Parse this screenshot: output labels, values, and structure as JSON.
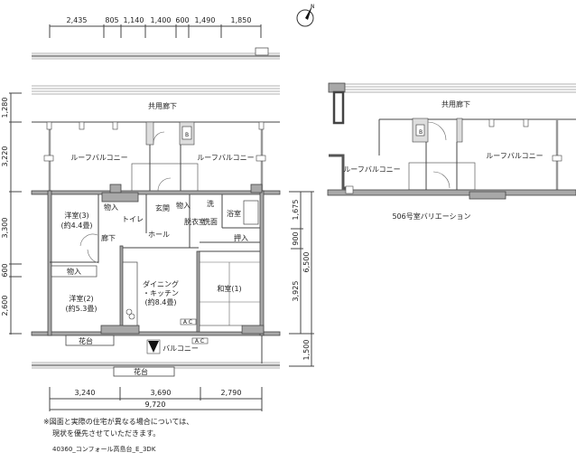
{
  "top_dims": [
    "2,435",
    "805",
    "1,140",
    "1,400",
    "600",
    "1,490",
    "1,850"
  ],
  "left_dims": [
    "1,280",
    "3,220",
    "3,300",
    "600",
    "2,600"
  ],
  "right_dims": [
    "1,675",
    "900",
    "3,925",
    "6,500",
    "1,500"
  ],
  "bottom_dims": [
    "3,240",
    "3,690",
    "2,790"
  ],
  "bottom_total": "9,720",
  "compass_label": "N",
  "main_plan": {
    "corridor": "共用廊下",
    "roof_balcony_left": "ルーフバルコニー",
    "roof_balcony_right": "ルーフバルコニー",
    "ps_label": "B",
    "western3": "洋室(3)",
    "western3_size": "(約4.4畳)",
    "storage1": "物入",
    "storage2": "物入",
    "storage3": "物入",
    "toilet": "トイレ",
    "entrance": "玄関",
    "washer": "洗",
    "bath": "浴室",
    "dressing": "脱衣室",
    "washroom": "洗面",
    "hallway": "廊下",
    "hall": "ホール",
    "closet": "押入",
    "dining": "ダイニング",
    "kitchen": "・キッチン",
    "dining_size": "(約8.4畳)",
    "japanese": "和室(1)",
    "western2": "洋室(2)",
    "western2_size": "(約5.3畳)",
    "ac1": "A C",
    "ac2": "A C",
    "flowerbed1": "花台",
    "flowerbed2": "花台",
    "balcony": "バルコニー"
  },
  "variation_plan": {
    "corridor": "共用廊下",
    "roof_balcony_left": "ルーフバルコニー",
    "roof_balcony_right": "ルーフバルコニー",
    "ps_label": "B",
    "caption": "506号室バリエーション"
  },
  "notes": {
    "line1": "※図面と実際の住宅が異なる場合については、",
    "line2": "現状を優先させていただきます。",
    "code": "40360_コンフォール高島台_E_3DK"
  }
}
